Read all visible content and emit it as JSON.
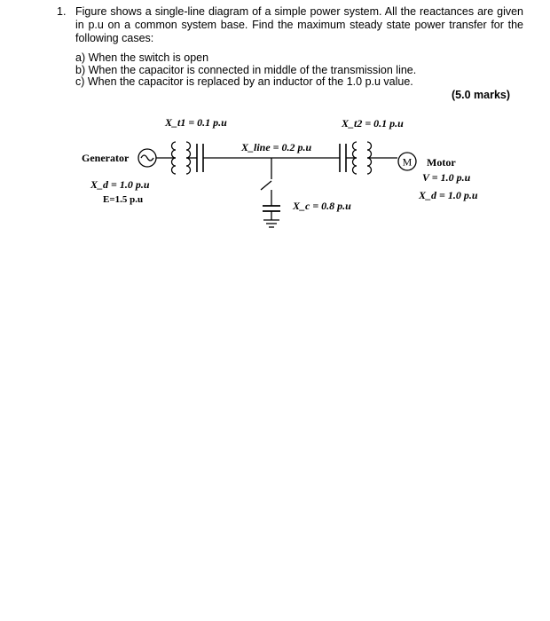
{
  "question": {
    "number": "1.",
    "text": "Figure shows a single-line diagram of a simple power system. All the reactances are given in p.u on a common system base. Find the maximum steady state power transfer for the following cases:",
    "cases": [
      "a) When the switch is open",
      "b) When the capacitor is connected in middle of the transmission line.",
      "c) When the capacitor is replaced by an inductor of the 1.0 p.u value."
    ],
    "marks": "(5.0 marks)"
  },
  "diagram": {
    "generator": {
      "label": "Generator",
      "xd": "X_d = 1.0 p.u",
      "emf": "E=1.5 p.u"
    },
    "transformer1": {
      "label": "X_t1 = 0.1 p.u"
    },
    "line": {
      "label": "X_line = 0.2 p.u"
    },
    "transformer2": {
      "label": "X_t2 = 0.1 p.u"
    },
    "capacitor": {
      "label": "X_c = 0.8 p.u"
    },
    "motor": {
      "symbol": "M",
      "label": "Motor",
      "voltage": "V = 1.0 p.u",
      "xd": "X_d = 1.0 p.u"
    }
  }
}
